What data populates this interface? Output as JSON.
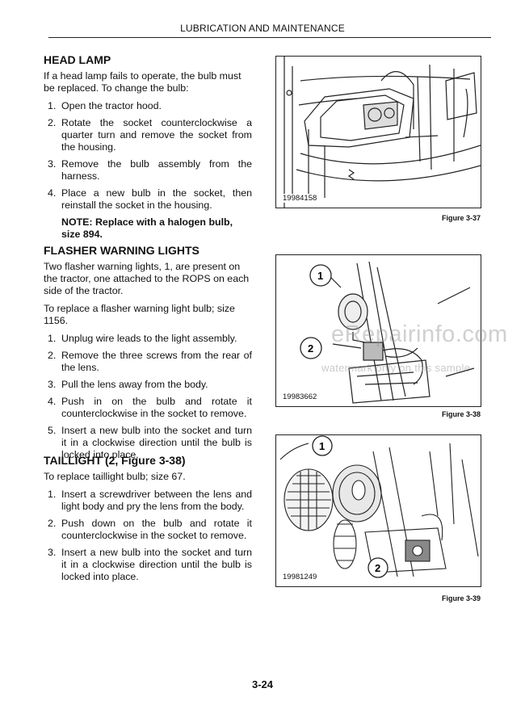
{
  "header": {
    "title": "LUBRICATION AND MAINTENANCE"
  },
  "sections": [
    {
      "heading": "HEAD LAMP",
      "intro": "If a head lamp fails to operate, the bulb must be replaced. To change the bulb:",
      "steps": [
        {
          "num": "1.",
          "text": "Open the tractor hood."
        },
        {
          "num": "2.",
          "text": "Rotate the socket counterclockwise a quarter turn and remove the socket from the housing."
        },
        {
          "num": "3.",
          "text": "Remove the bulb assembly from the harness."
        },
        {
          "num": "4.",
          "text": "Place a new bulb in the socket, then reinstall the socket in the housing."
        }
      ],
      "note": "NOTE: Replace with a halogen bulb, size 894."
    },
    {
      "heading": "FLASHER WARNING LIGHTS",
      "intro": "Two flasher warning lights, 1, are present on the tractor, one attached to the ROPS on each side of the tractor.",
      "intro2": "To replace a flasher warning light bulb; size 1156.",
      "steps": [
        {
          "num": "1.",
          "text": "Unplug wire leads to the light assembly."
        },
        {
          "num": "2.",
          "text": "Remove the three screws from the rear of the lens."
        },
        {
          "num": "3.",
          "text": "Pull the lens away from the body."
        },
        {
          "num": "4.",
          "text": "Push in on the bulb and rotate it counterclockwise in the socket to remove."
        },
        {
          "num": "5.",
          "text": "Insert a new bulb into the socket and turn it in a clockwise direction until the bulb is locked into place."
        }
      ]
    },
    {
      "heading": "TAILLIGHT (2, Figure 3-38)",
      "intro": "To replace taillight bulb; size 67.",
      "steps": [
        {
          "num": "1.",
          "text": "Insert a screwdriver between the lens and light body and pry the lens from the body."
        },
        {
          "num": "2.",
          "text": "Push down on the bulb and rotate it counterclockwise in the socket to remove."
        },
        {
          "num": "3.",
          "text": "Insert a new bulb into the socket and turn it in a clockwise direction until the bulb is locked into place."
        }
      ]
    }
  ],
  "figures": [
    {
      "id": "19984158",
      "caption": "Figure 3-37"
    },
    {
      "id": "19983662",
      "caption": "Figure 3-38",
      "callouts": [
        "1",
        "2"
      ]
    },
    {
      "id": "19981249",
      "caption": "Figure 3-39",
      "callouts": [
        "1",
        "2"
      ]
    }
  ],
  "watermark": {
    "main": "eRepairinfo.com",
    "sub": "watermark only on this sample"
  },
  "page_number": "3-24"
}
